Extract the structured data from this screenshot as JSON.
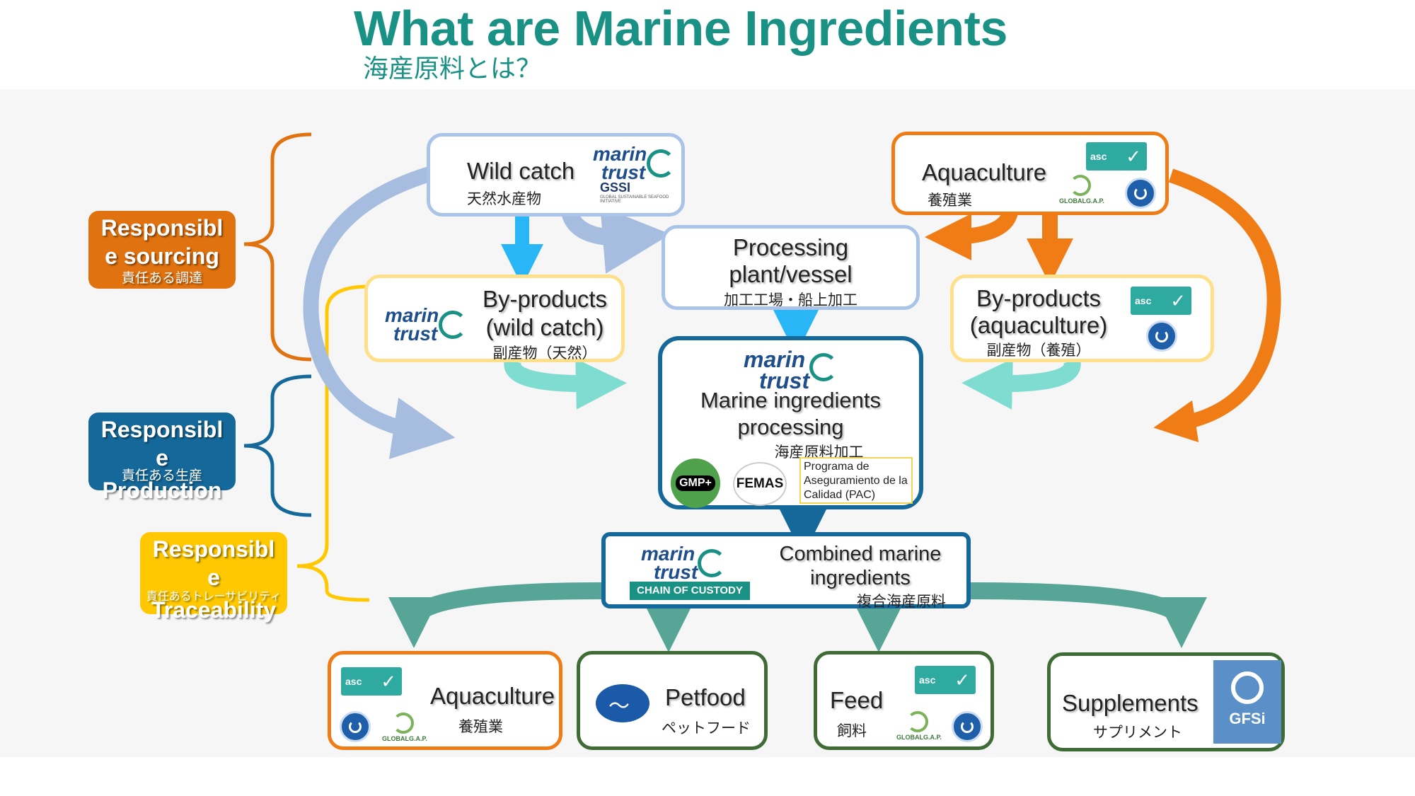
{
  "header": {
    "title": "What are Marine Ingredients",
    "subtitle": "海産原料とは？"
  },
  "side_labels": {
    "sourcing": {
      "line1": "Responsibl",
      "line2": "e sourcing",
      "jp": "責任ある調達"
    },
    "production": {
      "line1": "Responsibl",
      "line2": "e",
      "line3": "Production",
      "jp": "責任ある生産"
    },
    "traceability": {
      "line1": "Responsibl",
      "line2": "e",
      "line3": "Traceability",
      "jp": "責任あるトレーサビリティ"
    }
  },
  "nodes": {
    "wild_catch": {
      "label": "Wild catch",
      "jp": "天然水産物"
    },
    "aquaculture_top": {
      "label": "Aquaculture",
      "jp": "養殖業"
    },
    "processing_plant": {
      "line1": "Processing",
      "line2": "plant/vessel",
      "jp": "加工工場・船上加工"
    },
    "byproducts_wild": {
      "line1": "By-products",
      "line2": "(wild catch)",
      "jp": "副産物（天然）"
    },
    "byproducts_aqua": {
      "line1": "By-products",
      "line2": "(aquaculture)",
      "jp": "副産物（養殖）"
    },
    "marine_processing": {
      "line1": "Marine ingredients",
      "line2": "processing",
      "jp": "海産原料加工"
    },
    "combined": {
      "line1": "Combined marine",
      "line2": "ingredients",
      "jp": "複合海産原料"
    },
    "out_aquaculture": {
      "label": "Aquaculture",
      "jp": "養殖業"
    },
    "out_petfood": {
      "label": "Petfood",
      "jp": "ペットフード"
    },
    "out_feed": {
      "label": "Feed",
      "jp": "飼料"
    },
    "out_supplements": {
      "label": "Supplements",
      "jp": "サプリメント"
    }
  },
  "logos": {
    "marintrust": {
      "line1": "marin",
      "line2": "trust"
    },
    "gssi": {
      "name": "GSSI",
      "tag": "GLOBAL SUSTAINABLE SEAFOOD INITIATIVE"
    },
    "asc": "asc",
    "globalgap": "GLOBALG.A.P.",
    "gmp": "GMP+",
    "femas": "FEMAS",
    "pac": "Programa de Aseguramiento de la Calidad (PAC)",
    "chain_of_custody": "CHAIN OF CUSTODY",
    "gfsi": "GFSi"
  },
  "colors": {
    "title": "#1a9185",
    "sourcing": "#e0720f",
    "production": "#14699a",
    "traceability": "#ffc800",
    "arrow_wild": "#a6bde0",
    "arrow_blue": "#29b6f6",
    "arrow_orange": "#f07c16",
    "arrow_mint": "#7fdcd0",
    "arrow_navy": "#14699a",
    "arrow_green": "#56a596"
  }
}
